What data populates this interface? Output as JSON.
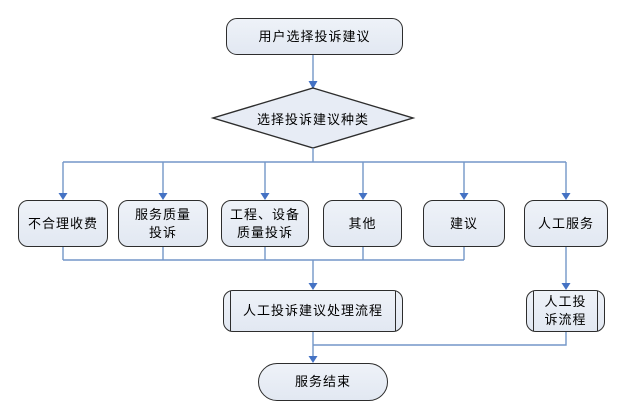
{
  "diagram": {
    "type": "flowchart",
    "nodes": {
      "start": {
        "label": "用户选择投诉建议",
        "shape": "terminator"
      },
      "decision": {
        "label": "选择投诉建议种类",
        "shape": "decision"
      },
      "unreasonable_fees": {
        "label": "不合理收费",
        "shape": "process"
      },
      "service_quality": {
        "label": "服务质量\n投诉",
        "shape": "process"
      },
      "engineering_equipment": {
        "label": "工程、设备\n质量投诉",
        "shape": "process"
      },
      "other": {
        "label": "其他",
        "shape": "process"
      },
      "suggestion": {
        "label": "建议",
        "shape": "process"
      },
      "manual_service": {
        "label": "人工服务",
        "shape": "process"
      },
      "manual_handling_flow": {
        "label": "人工投诉建议处理流程",
        "shape": "predefined-process"
      },
      "manual_complaint_flow": {
        "label": "人工投\n诉流程",
        "shape": "predefined-process"
      },
      "end": {
        "label": "服务结束",
        "shape": "terminator"
      }
    },
    "edges": [
      "start -> decision",
      "decision -> unreasonable_fees",
      "decision -> service_quality",
      "decision -> engineering_equipment",
      "decision -> other",
      "decision -> suggestion",
      "decision -> manual_service",
      "unreasonable_fees -> manual_handling_flow",
      "service_quality -> manual_handling_flow",
      "engineering_equipment -> manual_handling_flow",
      "other -> manual_handling_flow",
      "suggestion -> manual_handling_flow",
      "manual_service -> manual_complaint_flow",
      "manual_handling_flow -> end",
      "manual_complaint_flow -> end"
    ],
    "colors": {
      "node-fill": "#e7ecf5",
      "node-border": "#2d2d2d",
      "connector": "#7396c8",
      "arrow": "#4472c4"
    }
  }
}
